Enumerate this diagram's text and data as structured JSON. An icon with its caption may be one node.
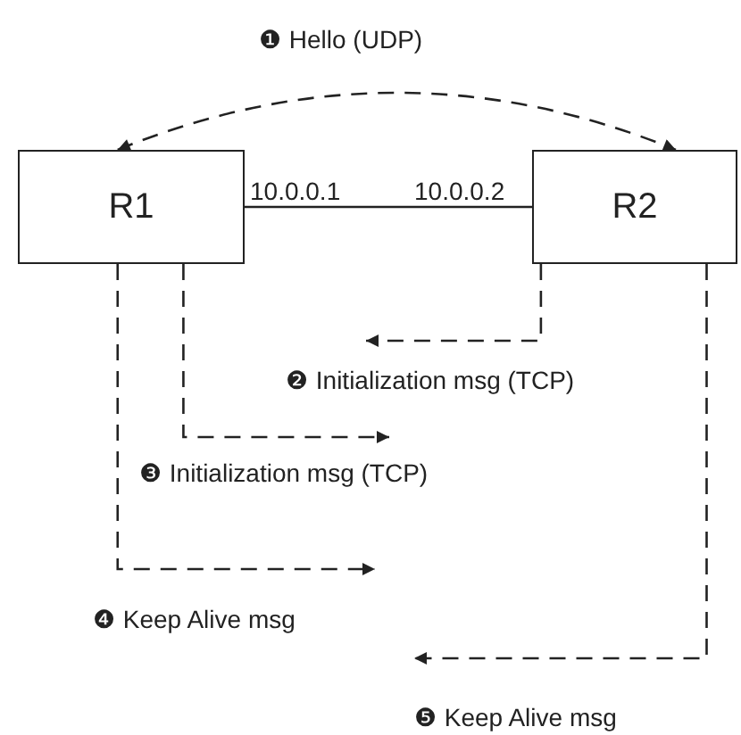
{
  "diagram": {
    "nodes": [
      {
        "text": [
          "R1"
        ]
      },
      {
        "text": [
          "R2"
        ]
      }
    ],
    "edges": [
      {
        "from": 0,
        "to": 1,
        "arrow": "none"
      },
      {
        "from": 0,
        "to": 1,
        "arrow": "both",
        "style": "dashed",
        "label": "❶ Hello (UDP)"
      },
      {
        "from": 1,
        "to": null,
        "arrow": "to",
        "style": "dashed",
        "label": "❷ Initialization msg (TCP)"
      },
      {
        "from": 0,
        "to": null,
        "arrow": "to",
        "style": "dashed",
        "label": "❸ Initialization msg (TCP)"
      },
      {
        "from": 0,
        "to": null,
        "arrow": "to",
        "style": "dashed",
        "label": "❹ Keep Alive msg"
      },
      {
        "from": 1,
        "to": null,
        "arrow": "to",
        "style": "dashed",
        "label": "❺ Keep Alive msg"
      }
    ],
    "labels": [
      "10.0.0.1",
      "10.0.0.2"
    ]
  }
}
